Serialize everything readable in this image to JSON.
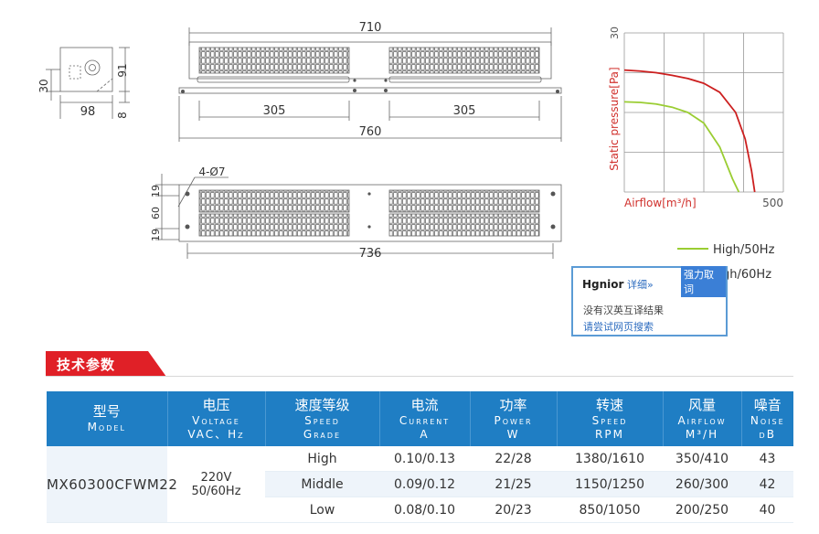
{
  "drawing": {
    "dim_710": "710",
    "dim_305_left": "305",
    "dim_305_right": "305",
    "dim_760": "760",
    "dim_98": "98",
    "dim_91": "91",
    "dim_8": "8",
    "dim_30": "30",
    "hole_note": "4-Ø7",
    "dim_19_top": "19",
    "dim_60": "60",
    "dim_19_bottom": "19",
    "dim_736": "736"
  },
  "chart_data": {
    "type": "line",
    "ylabel": "Static pressure[Pa]",
    "xlabel": "Airflow[m³/h]",
    "ylim": [
      0,
      30
    ],
    "xlim": [
      0,
      500
    ],
    "y_tick_label": "30",
    "x_tick_label": "500",
    "grid": true,
    "series": [
      {
        "name": "High/50Hz",
        "color": "#9acd32",
        "x": [
          0,
          50,
          100,
          150,
          200,
          250,
          300,
          340,
          360
        ],
        "y": [
          17,
          16.9,
          16.6,
          16.0,
          15.0,
          13.0,
          8.5,
          2.5,
          0
        ]
      },
      {
        "name": "High/60Hz",
        "color": "#cc1f1f",
        "x": [
          0,
          50,
          100,
          150,
          200,
          250,
          300,
          350,
          380,
          400,
          410
        ],
        "y": [
          23,
          22.8,
          22.5,
          22.0,
          21.4,
          20.5,
          18.8,
          15.0,
          10.0,
          4.0,
          0
        ]
      }
    ],
    "legend_position": "bottom-right",
    "legend": [
      "High/50Hz",
      "gh/60Hz"
    ]
  },
  "popup": {
    "title": "Hgnior",
    "detail_link": "详细»",
    "force_button": "强力取词",
    "message": "没有汉英互译结果",
    "search_link": "请尝试网页搜索"
  },
  "section_title": "技术参数",
  "table": {
    "headers": [
      {
        "zh": "型号",
        "en": "Model",
        "en2": ""
      },
      {
        "zh": "电压",
        "en": "Voltage",
        "en2": "VAC、Hz"
      },
      {
        "zh": "速度等级",
        "en": "Speed",
        "en2": "Grade"
      },
      {
        "zh": "电流",
        "en": "Current",
        "en2": "A"
      },
      {
        "zh": "功率",
        "en": "Power",
        "en2": "W"
      },
      {
        "zh": "转速",
        "en": "Speed",
        "en2": "RPM"
      },
      {
        "zh": "风量",
        "en": "Airflow",
        "en2": "M³/H"
      },
      {
        "zh": "噪音",
        "en": "Noise",
        "en2": "dB"
      }
    ],
    "model": "MX60300CFWM22",
    "voltage_line1": "220V",
    "voltage_line2": "50/60Hz",
    "rows": [
      {
        "grade": "High",
        "current": "0.10/0.13",
        "power": "22/28",
        "rpm": "1380/1610",
        "airflow": "350/410",
        "noise": "43"
      },
      {
        "grade": "Middle",
        "current": "0.09/0.12",
        "power": "21/25",
        "rpm": "1150/1250",
        "airflow": "260/300",
        "noise": "42"
      },
      {
        "grade": "Low",
        "current": "0.08/0.10",
        "power": "20/23",
        "rpm": "850/1050",
        "airflow": "200/250",
        "noise": "40"
      }
    ]
  },
  "colors": {
    "header_blue": "#1f7ec4",
    "tab_red": "#e02027",
    "curve_red": "#cc1f1f",
    "curve_green": "#9acd32"
  }
}
